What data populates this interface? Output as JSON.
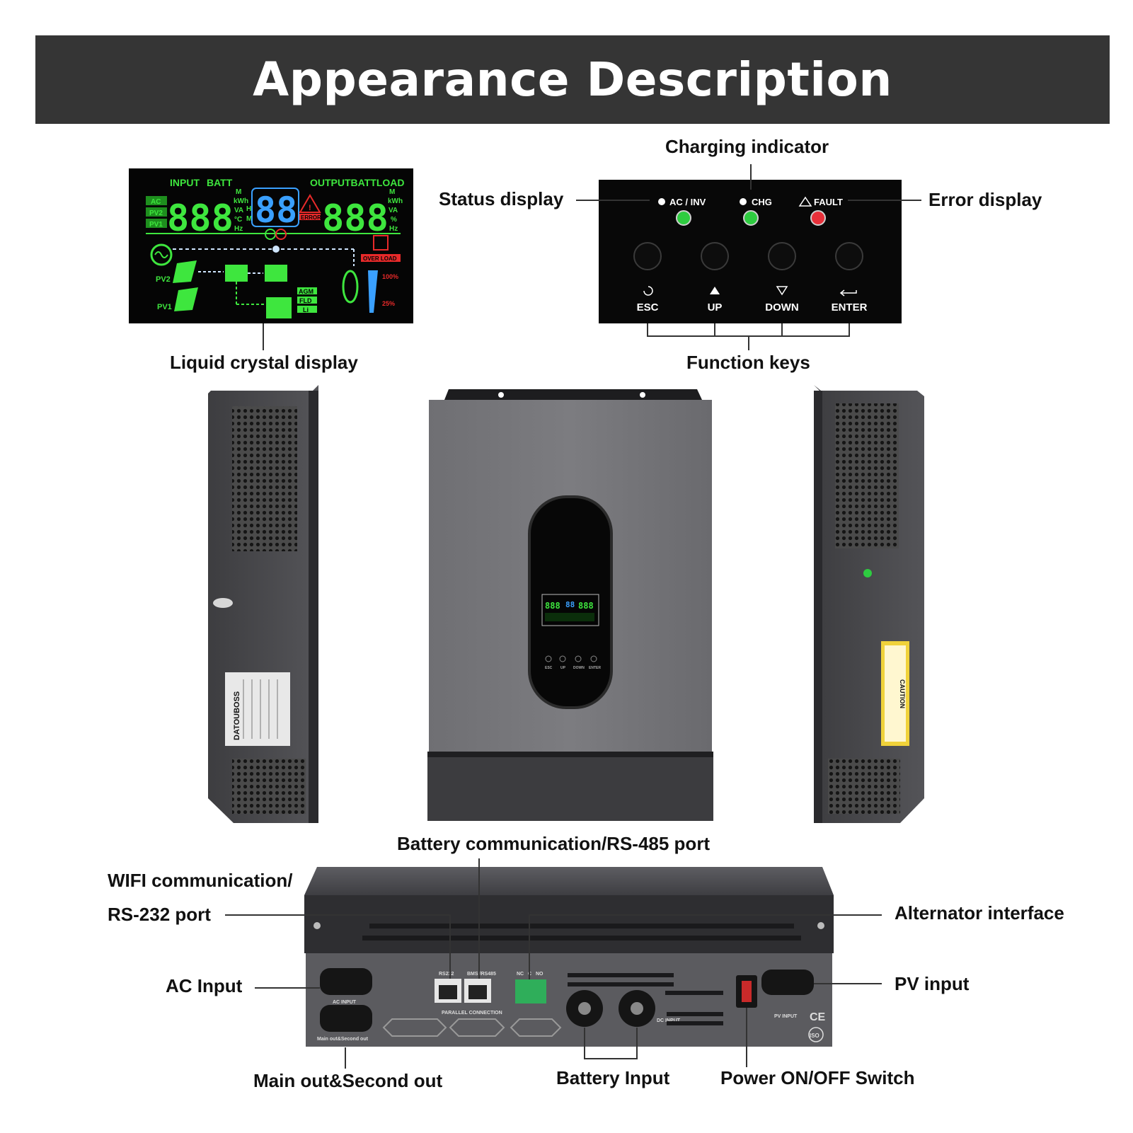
{
  "header": {
    "title": "Appearance Description"
  },
  "labels": {
    "charging_indicator": "Charging indicator",
    "status_display": "Status display",
    "error_display": "Error display",
    "liquid_crystal_display": "Liquid crystal display",
    "function_keys": "Function keys",
    "battery_comm": "Battery communication/RS-485 port",
    "wifi_comm_line1": "WIFI communication/",
    "wifi_comm_line2": "RS-232 port",
    "alternator_interface": "Alternator interface",
    "ac_input": "AC Input",
    "pv_input": "PV input",
    "main_out": "Main out&Second out",
    "battery_input": "Battery Input",
    "power_switch": "Power ON/OFF Switch"
  },
  "lcd": {
    "input": "INPUT",
    "batt": "BATT",
    "outputbattload": "OUTPUTBATTLOAD",
    "left_digits": "888",
    "mid_digits": "88",
    "right_digits": "888",
    "left_tags": [
      "AC",
      "PV2",
      "PV1"
    ],
    "left_units": [
      "M",
      "kWh",
      "VA",
      "°C",
      "Hz"
    ],
    "right_units": [
      "M",
      "kWh",
      "VA",
      "%",
      "Hz"
    ],
    "h_label": "H",
    "m_label": "M",
    "error": "ERROR",
    "overload": "OVER LOAD",
    "pv2": "PV2",
    "pv1": "PV1",
    "battery_types": [
      "AGM",
      "FLD",
      "Li"
    ],
    "pct_100": "100%",
    "pct_25": "25%"
  },
  "panel": {
    "indicators": [
      {
        "label": "AC / INV",
        "color": "#2ecc40"
      },
      {
        "label": "CHG",
        "color": "#2ecc40"
      },
      {
        "label": "FAULT",
        "color": "#e8303a"
      }
    ],
    "keys": [
      "ESC",
      "UP",
      "DOWN",
      "ENTER"
    ]
  },
  "rear": {
    "ports": [
      "RS232",
      "BMS /RS485"
    ],
    "dry_contact": [
      "NC",
      "C",
      "NO"
    ],
    "parallel": "PARALLEL CONNECTION",
    "ac_input": "AC INPUT",
    "main_out": "Main out&Second out",
    "dc_input": "DC INPUT",
    "pv_input": "PV INPUT",
    "ce": "CE",
    "iso": "ISO"
  },
  "side": {
    "brand": "DATOUBOSS",
    "caution": "CAUTION"
  },
  "colors": {
    "banner": "#353535",
    "lcd_green": "#3ee63e",
    "lcd_blue": "#3aa0ff",
    "lcd_red": "#e82a2a",
    "led_green": "#2ecc40",
    "led_red": "#e8303a"
  }
}
